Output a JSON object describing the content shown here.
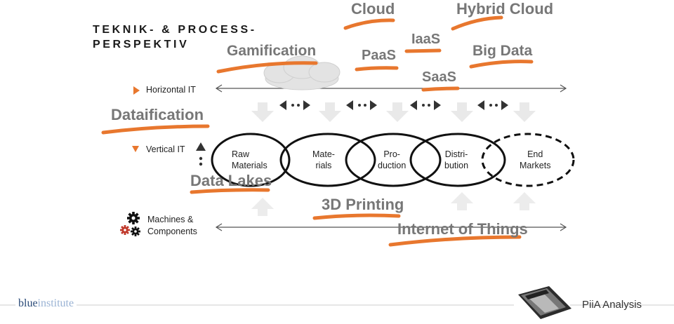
{
  "title": "TEKNIK- & PROCESS-\nPERSPEKTIV",
  "rows": {
    "horizontal": "Horizontal IT",
    "vertical": "Vertical IT",
    "machines": "Machines &\nComponents"
  },
  "tech_terms": {
    "cloud": "Cloud",
    "hybrid_cloud": "Hybrid Cloud",
    "gamification": "Gamification",
    "iaas": "IaaS",
    "paas": "PaaS",
    "big_data": "Big Data",
    "saas": "SaaS",
    "dataification": "Dataification",
    "data_lakes": "Data Lakes",
    "printing_3d": "3D Printing",
    "iot": "Internet of Things"
  },
  "stages": [
    "Raw\nMaterials",
    "Mate-\nrials",
    "Pro-\nduction",
    "Distri-\nbution",
    "End\nMarkets"
  ],
  "footer": {
    "brand_left": "blue",
    "brand_right": "institute",
    "report": "PiiA Analysis"
  },
  "colors": {
    "accent": "#E8772E",
    "term_gray": "#777777",
    "line": "#555555",
    "gear_dark": "#111111",
    "gear_red": "#C0392B"
  }
}
